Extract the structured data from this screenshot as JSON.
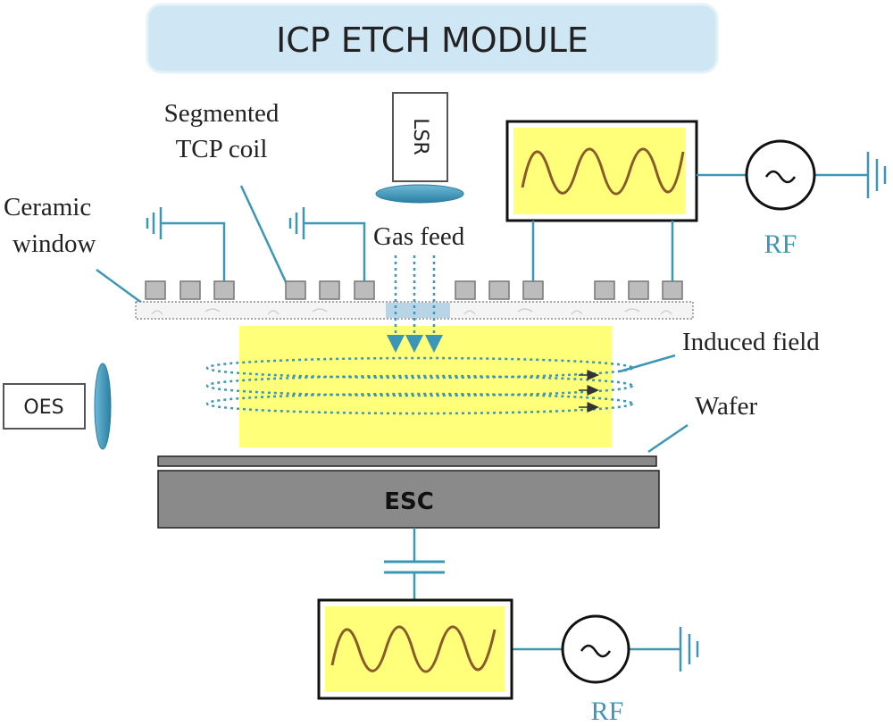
{
  "title": "ICP ETCH MODULE",
  "labels": {
    "coil": [
      "Segmented",
      "TCP coil"
    ],
    "window": [
      "Ceramic",
      "window"
    ],
    "gas_feed": "Gas feed",
    "induced_field": "Induced field",
    "wafer": "Wafer",
    "esc": "ESC",
    "lsr": "LSR",
    "oes": "OES",
    "rf_top": "RF",
    "rf_bottom": "RF"
  },
  "colors": {
    "title_bg": "#cfe7f5",
    "wire": "#3a97b8",
    "plasma": "#ffff7a",
    "esc": "#8a8a8a",
    "coil_segment": "#bcbcbc",
    "rf_label": "#3a97b8",
    "sine": "#8a5a2a"
  },
  "icons": [
    "ground-icon",
    "ac-source-icon",
    "capacitor-icon",
    "sine-wave-icon",
    "lens-icon"
  ]
}
